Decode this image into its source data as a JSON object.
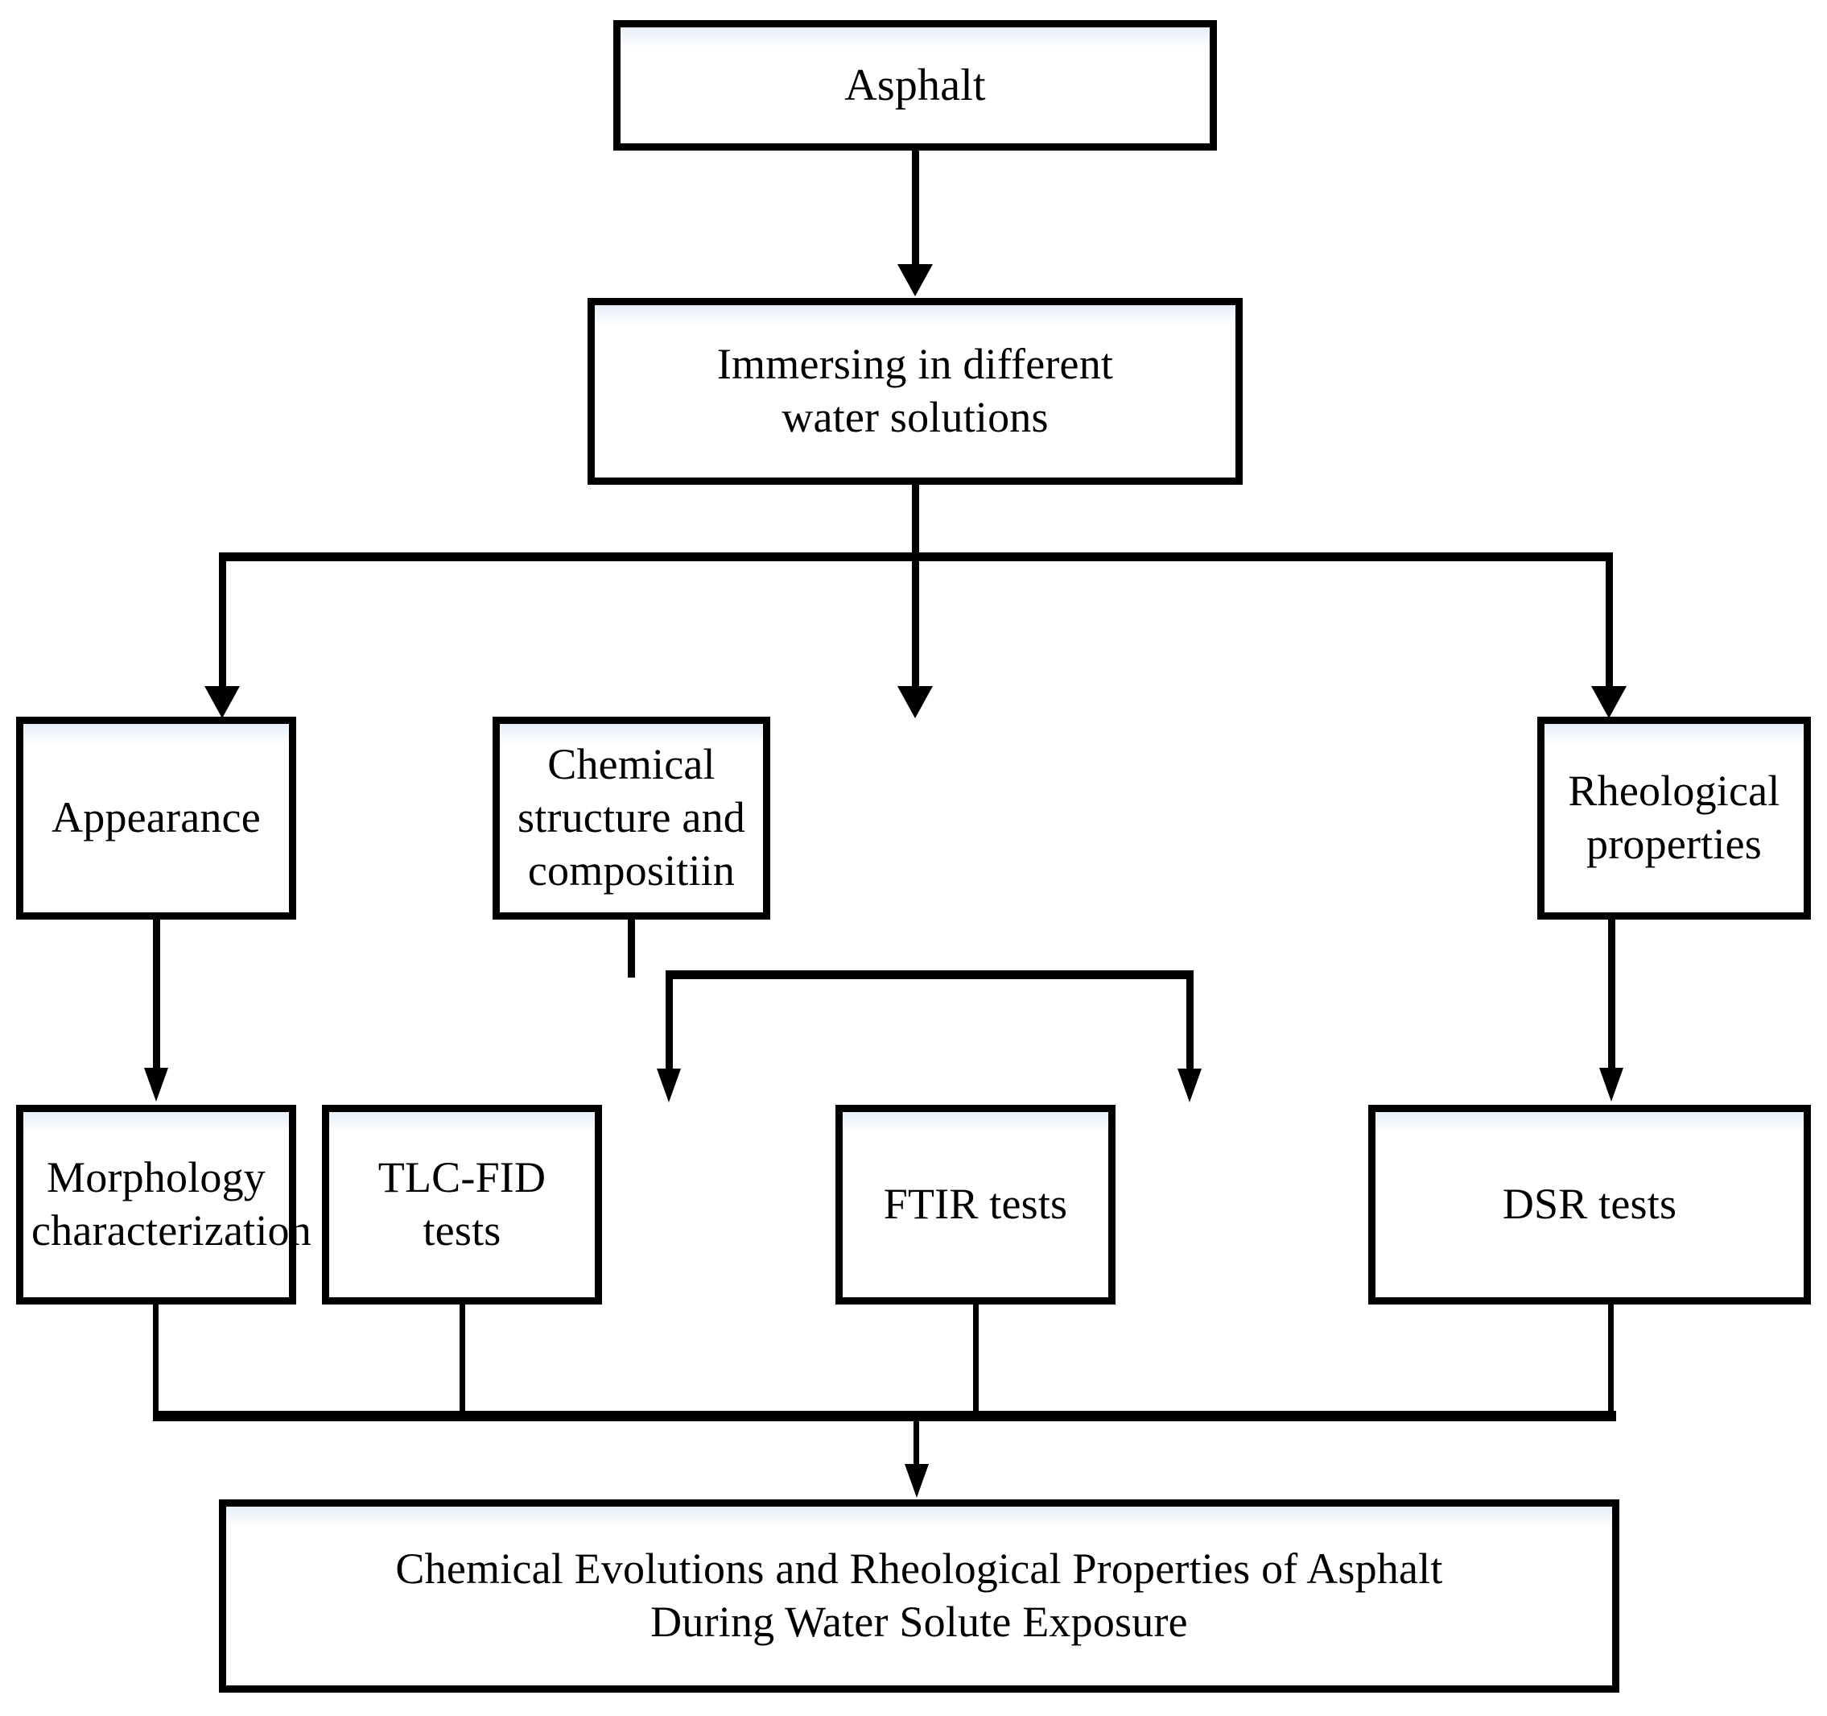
{
  "diagram": {
    "title": "Asphalt water-solute exposure experimental flowchart",
    "colors": {
      "background": "#ffffff",
      "box_fill": "#ffffff",
      "box_border": "#000000",
      "connector": "#000000",
      "box_sheen": "#e6eef8"
    },
    "nodes": {
      "asphalt": "Asphalt",
      "immersing_line1": "Immersing in different",
      "immersing_line2": "water solutions",
      "appearance": "Appearance",
      "chemical_line1": "Chemical",
      "chemical_line2": "structure and",
      "chemical_line3": "compositiin",
      "rheological_line1": "Rheological",
      "rheological_line2": "properties",
      "morphology_line1": "Morphology",
      "morphology_line2": "characterization",
      "tlc_fid": "TLC-FID tests",
      "ftir": "FTIR tests",
      "dsr": "DSR tests",
      "conclusion_line1": "Chemical Evolutions and Rheological Properties of Asphalt",
      "conclusion_line2": "During Water Solute Exposure"
    }
  }
}
